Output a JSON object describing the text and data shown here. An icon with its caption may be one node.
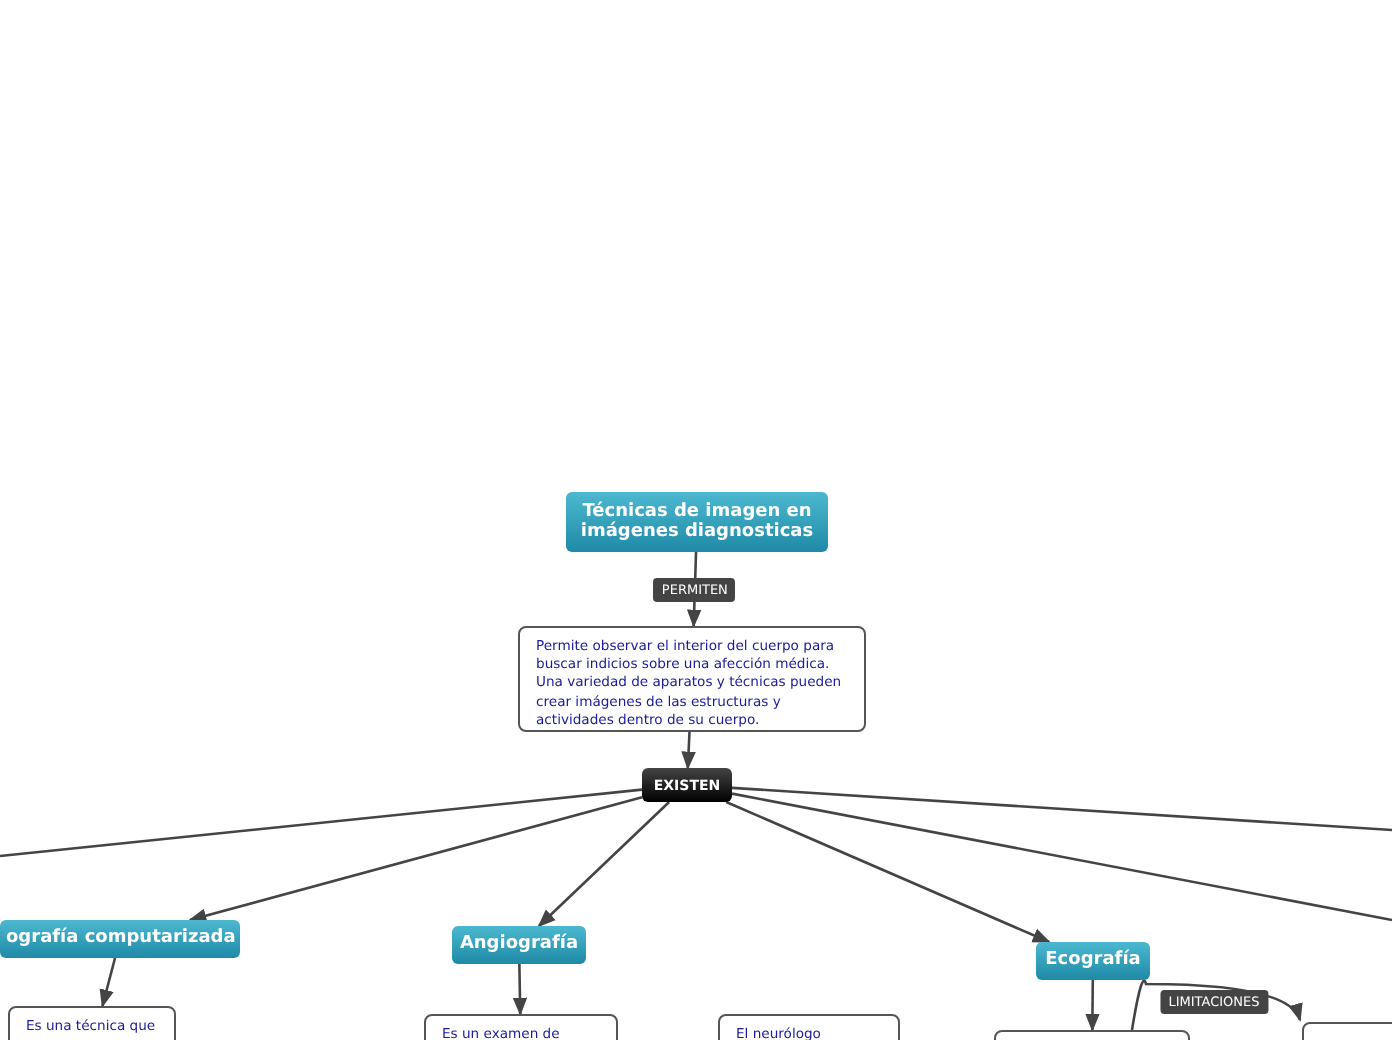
{
  "diagram": {
    "nodes": [
      {
        "text": [
          "Técnicas de imagen en imágenes diagnosticas"
        ]
      },
      {
        "text": [
          "Permite observar el interior del cuerpo para buscar indicios sobre una afección médica. Una variedad de aparatos y técnicas pueden crear imágenes de las estructuras y actividades dentro de su cuerpo."
        ]
      },
      {
        "text": [
          "EXISTEN"
        ]
      },
      {
        "text": [
          "ografía computarizada"
        ]
      },
      {
        "text": [
          "Es una técnica que"
        ]
      },
      {
        "text": [
          "Angiografía"
        ]
      },
      {
        "text": [
          "Es un examen de"
        ]
      },
      {
        "text": [
          "El neurólogo"
        ]
      },
      {
        "text": [
          "Ecografía"
        ]
      },
      {
        "text": [],
        "shape": "box"
      },
      {
        "text": [],
        "shape": "box"
      }
    ],
    "edges": [
      {
        "from": 0,
        "to": 1,
        "arrow": "to",
        "label": "PERMITEN"
      },
      {
        "from": 1,
        "to": 2,
        "arrow": "to"
      },
      {
        "from": 2,
        "to": null,
        "arrow": "none"
      },
      {
        "from": 2,
        "to": 3,
        "arrow": "to"
      },
      {
        "from": 2,
        "to": 5,
        "arrow": "to"
      },
      {
        "from": 2,
        "to": 8,
        "arrow": "to"
      },
      {
        "from": 2,
        "to": null,
        "arrow": "none"
      },
      {
        "from": 2,
        "to": null,
        "arrow": "none"
      },
      {
        "from": 3,
        "to": 4,
        "arrow": "to"
      },
      {
        "from": 5,
        "to": 6,
        "arrow": "to"
      },
      {
        "from": 8,
        "to": 9,
        "arrow": "to"
      },
      {
        "from": 9,
        "to": 10,
        "arrow": "to",
        "label": "LIMITACIONES"
      }
    ]
  }
}
